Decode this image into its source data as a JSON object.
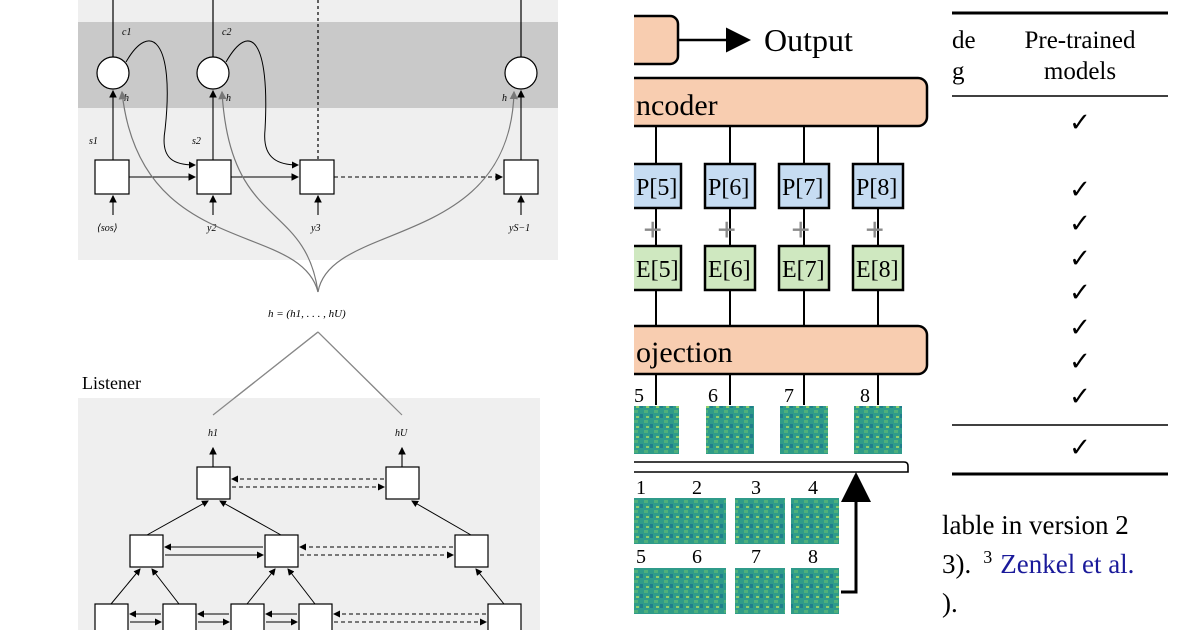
{
  "las": {
    "context_labels": [
      "c1",
      "c2"
    ],
    "h_labels": [
      "h",
      "h",
      "h"
    ],
    "s_labels": [
      "s1",
      "s2"
    ],
    "y_labels": [
      "⟨sos⟩",
      "y2",
      "y3",
      "yS−1"
    ],
    "h_formula": "h = (h1, . . . , hU)",
    "listener_title": "Listener",
    "listener_outputs": [
      "h1",
      "hU"
    ]
  },
  "architecture": {
    "output_label": "Output",
    "encoder_label": "ncoder",
    "projection_label": "ojection",
    "position_blocks": [
      "P[5]",
      "P[6]",
      "P[7]",
      "P[8]"
    ],
    "embedding_blocks": [
      "E[5]",
      "E[6]",
      "E[7]",
      "E[8]"
    ],
    "plus_sign": "+",
    "masked_patch_numbers": [
      "5",
      "6",
      "7",
      "8"
    ],
    "input_patch_numbers_row1": [
      "1",
      "2",
      "3",
      "4"
    ],
    "input_patch_numbers_row2": [
      "5",
      "6",
      "7",
      "8"
    ],
    "colors": {
      "encoder_fill": "#f8cdb0",
      "position_fill": "#c6dcf2",
      "embedding_fill": "#cfe8c0",
      "spectrogram": "#2a9a8a"
    }
  },
  "table": {
    "header_col1_line1": "de",
    "header_col1_line2": "g",
    "header_col2_line1": "Pre-trained",
    "header_col2_line2": "models",
    "checkmarks": [
      "✓",
      "✓",
      "✓",
      "✓",
      "✓",
      "✓",
      "✓",
      "✓"
    ],
    "footer_checkmark": "✓",
    "footnote_line1": "lable in version 2",
    "footnote_line2_prefix": "3).",
    "footnote_marker": "3",
    "footnote_link": "Zenkel et al.",
    "footnote_line3": ")."
  }
}
